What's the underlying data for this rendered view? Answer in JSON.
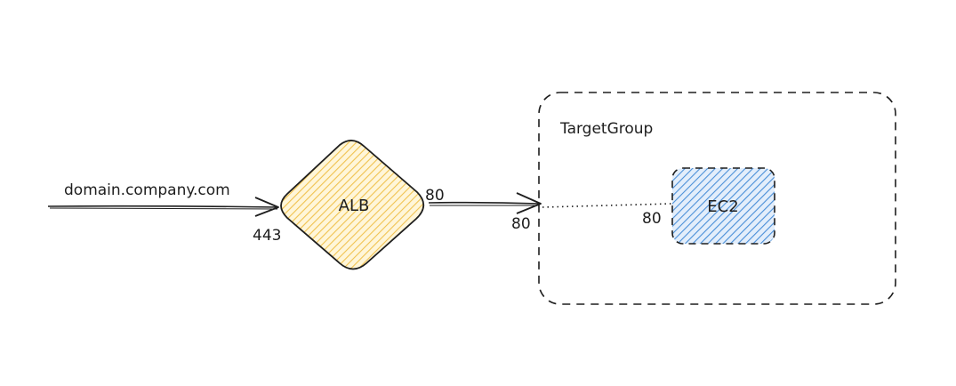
{
  "diagram": {
    "input_label": "domain.company.com",
    "alb": {
      "label": "ALB",
      "port_in": "443",
      "port_out": "80",
      "fill": "#ffd166"
    },
    "target_group": {
      "label": "TargetGroup",
      "port_in": "80"
    },
    "ec2": {
      "label": "EC2",
      "port": "80",
      "fill": "#4a90d9"
    }
  },
  "colors": {
    "stroke": "#1e1e1e",
    "alb_hatch": "#f2c14e",
    "ec2_hatch": "#4a8fd8"
  }
}
